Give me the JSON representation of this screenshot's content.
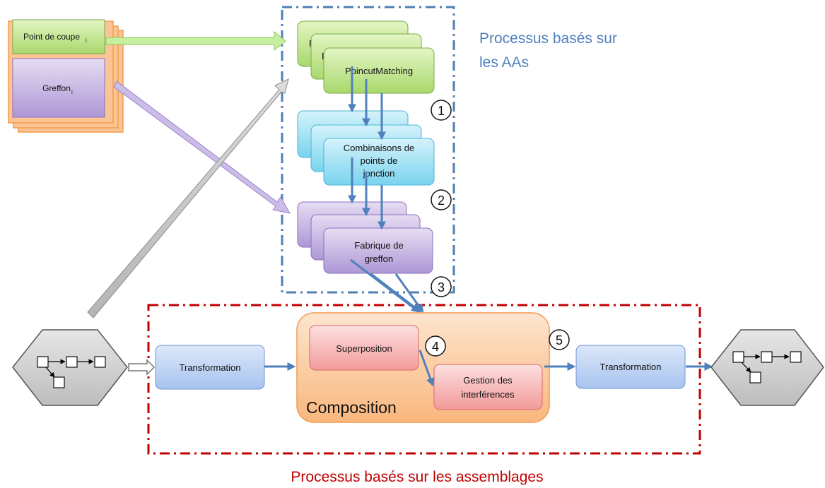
{
  "titles": {
    "aa_processes_line1": "Processus basés sur",
    "aa_processes_line2": "les AAs",
    "assembly_processes": "Processus basés sur les assemblages"
  },
  "inputs": {
    "pointcut_label": "Point de coupe",
    "pointcut_subscript": "i",
    "advice_label": "Greffon",
    "advice_subscript": "i"
  },
  "aa_stack": {
    "pointcut_matching": "PoincutMatching",
    "pointcut_matching_hidden": "P",
    "joinpoint_line1": "Combinaisons de",
    "joinpoint_line2": "points de",
    "joinpoint_line3": "jonction",
    "advice_factory_line1": "Fabrique de",
    "advice_factory_line2": "greffon"
  },
  "steps": [
    "1",
    "2",
    "3",
    "4",
    "5"
  ],
  "assembly": {
    "transformation_in": "Transformation",
    "superposition": "Superposition",
    "interference_line1": "Gestion des",
    "interference_line2": "interférences",
    "composition": "Composition",
    "transformation_out": "Transformation"
  },
  "colors": {
    "blue_dash": "#4f7fb5",
    "red_dash": "#c00000",
    "title_blue": "#4f81bd",
    "title_red": "#c00000",
    "arrow_blue": "#4f81bd",
    "green_box": "#b6e07a",
    "cyan_box": "#7fd7ef",
    "purple_box": "#b9a5dc",
    "orange_box": "#fbc494",
    "blue_box": "#b7cff2",
    "red_box": "#f5a3a3"
  }
}
